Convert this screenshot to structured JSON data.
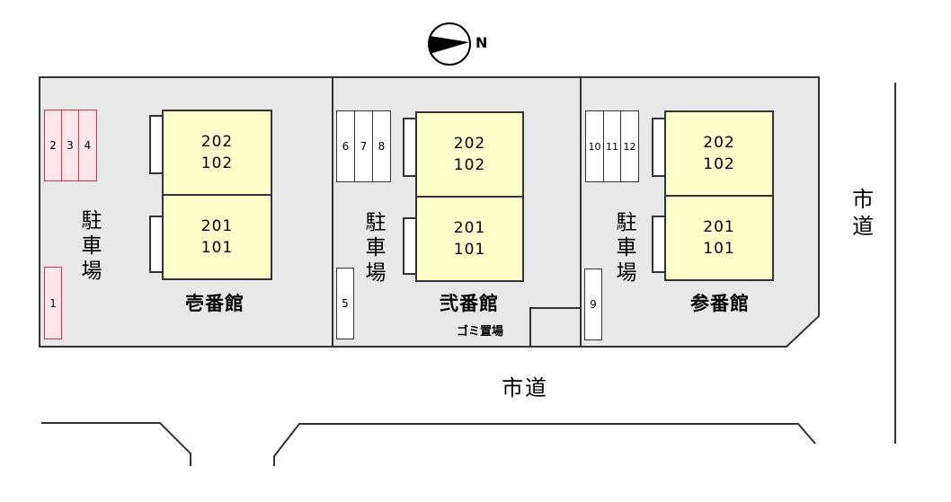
{
  "compass": {
    "label": "N",
    "icon": "north-arrow-icon"
  },
  "buildings": [
    {
      "name": "壱番館",
      "upper_unit": "202\n102",
      "lower_unit": "201\n101"
    },
    {
      "name": "弐番館",
      "upper_unit": "202\n102",
      "lower_unit": "201\n101"
    },
    {
      "name": "参番館",
      "upper_unit": "202\n102",
      "lower_unit": "201\n101"
    }
  ],
  "upper_units": [
    {
      "top": "202",
      "bottom": "102"
    },
    {
      "top": "202",
      "bottom": "102"
    },
    {
      "top": "202",
      "bottom": "102"
    }
  ],
  "lower_units": [
    {
      "top": "201",
      "bottom": "101"
    },
    {
      "top": "201",
      "bottom": "101"
    },
    {
      "top": "201",
      "bottom": "101"
    }
  ],
  "parking_label": [
    "駐",
    "車",
    "場"
  ],
  "parking_slots": [
    "1",
    "2",
    "3",
    "4",
    "5",
    "6",
    "7",
    "8",
    "9",
    "10",
    "11",
    "12"
  ],
  "garbage_area": "ゴミ置場",
  "roads": {
    "south": "市道",
    "east": [
      "市",
      "道"
    ]
  },
  "colors": {
    "unit_fill": "#ffffcc",
    "lot_fill": "#e8e8e8",
    "highlight": "#e23040"
  }
}
